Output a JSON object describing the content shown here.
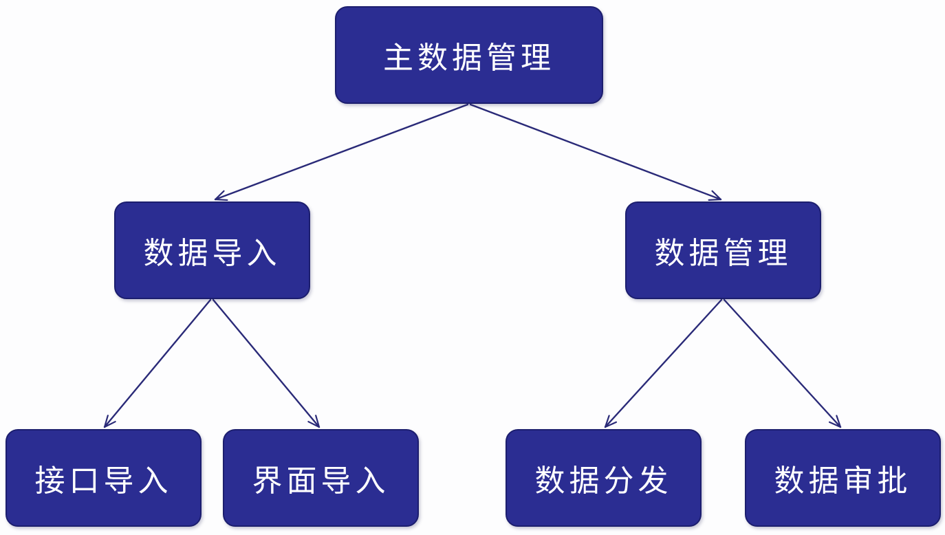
{
  "colors": {
    "node_fill": "#2b2d92",
    "node_border": "#1c1e6e",
    "node_text": "#ffffff",
    "connector": "#2a2a78",
    "background": "#fdfdfe"
  },
  "tree": {
    "root": {
      "label": "主数据管理"
    },
    "level1": [
      {
        "label": "数据导入"
      },
      {
        "label": "数据管理"
      }
    ],
    "level2": [
      {
        "label": "接口导入"
      },
      {
        "label": "界面导入"
      },
      {
        "label": "数据分发"
      },
      {
        "label": "数据审批"
      }
    ]
  }
}
